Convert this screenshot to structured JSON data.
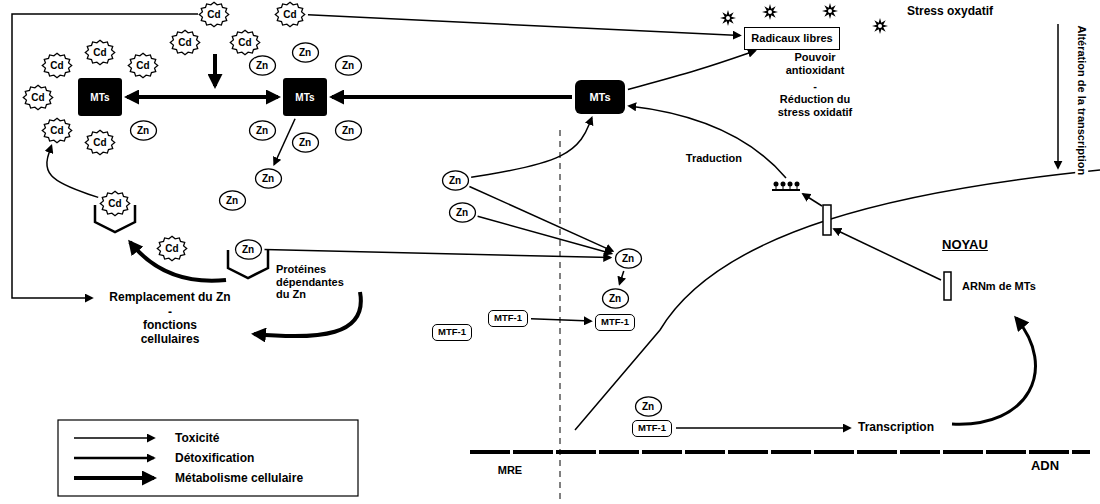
{
  "diagram": {
    "nodes": [
      {
        "text": [
          "Cd"
        ]
      },
      {
        "text": [
          "Cd"
        ]
      },
      {
        "text": [
          "Cd"
        ]
      },
      {
        "text": [
          "Cd"
        ]
      },
      {
        "text": [
          "MTs"
        ]
      },
      {
        "text": [
          "Cd"
        ]
      },
      {
        "text": [
          "Cd"
        ]
      },
      {
        "text": [
          "Cd"
        ]
      },
      {
        "text": [
          "Cd"
        ]
      },
      {
        "text": [
          "Cd"
        ]
      },
      {
        "text": [
          "Zn"
        ]
      },
      {
        "text": [
          "Cd"
        ]
      },
      {
        "text": [
          "MTs"
        ]
      },
      {
        "text": [
          "Zn"
        ]
      },
      {
        "text": [
          "Zn"
        ]
      },
      {
        "text": [
          "Zn"
        ]
      },
      {
        "text": [
          "Zn"
        ]
      },
      {
        "text": [
          "Zn"
        ]
      },
      {
        "text": [
          "Zn"
        ]
      },
      {
        "text": [
          "MTs"
        ]
      },
      {
        "text": [
          "Radicaux libres"
        ]
      },
      {
        "text": [
          "Zn"
        ]
      },
      {
        "text": [
          "Zn"
        ]
      },
      {
        "text": [
          "Zn"
        ]
      },
      {
        "text": [
          "Zn"
        ]
      },
      {
        "text": [
          "Cd"
        ]
      },
      {
        "text": [
          "Cd"
        ]
      },
      {
        "text": [
          "Zn"
        ]
      },
      {
        "text": [
          "Zn"
        ]
      },
      {
        "text": [
          "MTF-1"
        ]
      },
      {
        "text": [
          "MTF-1"
        ]
      },
      {
        "text": [
          "Zn"
        ]
      },
      {
        "text": [
          "MTF-1"
        ]
      },
      {
        "text": [
          "Zn"
        ]
      },
      {
        "text": [
          "MTF-1"
        ]
      }
    ],
    "edges": [
      {
        "from": 1,
        "to": 20,
        "arrow": "to"
      },
      {
        "from": 4,
        "to": 12,
        "arrow": "both"
      },
      {
        "from": 19,
        "to": 12,
        "arrow": "to"
      },
      {
        "from": 19,
        "to": 20,
        "arrow": "to"
      },
      {
        "from": 12,
        "to": 21,
        "arrow": "to"
      },
      {
        "from": 23,
        "to": 19,
        "arrow": "to"
      },
      {
        "from": 23,
        "to": 28,
        "arrow": "to"
      },
      {
        "from": 24,
        "to": 28,
        "arrow": "to"
      },
      {
        "from": 27,
        "to": 28,
        "arrow": "to"
      },
      {
        "from": 28,
        "to": 31,
        "arrow": "to"
      },
      {
        "from": 30,
        "to": 32,
        "arrow": "to"
      },
      {
        "from": 25,
        "to": 9,
        "arrow": "to"
      }
    ],
    "labels": [
      "Stress oxydatif",
      "Pouvoir antioxidant",
      "-",
      "Réduction du stress oxidatif",
      "Altération de la transcription",
      "Traduction",
      "NOYAU",
      "Protéines dépendantes du Zn",
      "ARNm de MTs",
      "Remplacement du Zn",
      "-",
      "fonctions cellulaires",
      "Transcription",
      "MRE",
      "ADN"
    ],
    "legend": [
      {
        "text": "Toxicité"
      },
      {
        "text": "Détoxification"
      },
      {
        "text": "Métabolisme cellulaire"
      }
    ]
  }
}
